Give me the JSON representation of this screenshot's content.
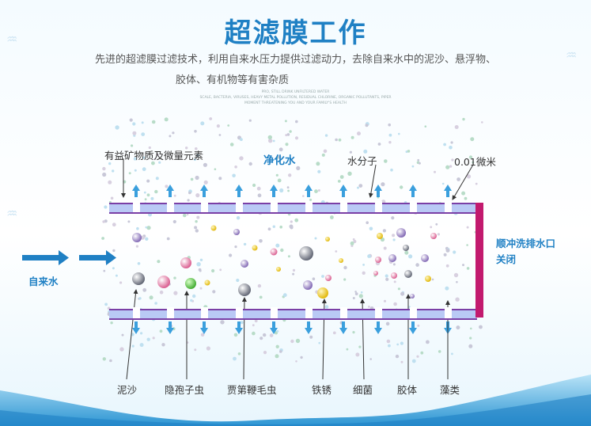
{
  "title": "超滤膜工作",
  "subtitle_line1": "先进的超滤膜过滤技术，利用自来水压力提供过滤动力，去除自来水中的泥沙、悬浮物、",
  "subtitle_line2": "胶体、有机物等有害杂质",
  "fine_print_1": "PRO, STILL DRINK UNFILTERED WATER",
  "fine_print_2": "SCALE, BACTERIA, VIRUSES, HEAVY METAL POLLUTION, RESIDUAL CHLORINE, ORGANIC POLLUTANTS, PIPER",
  "fine_print_3": "MOMENT THREATENING YOU AND YOUR FAMILY'S HEALTH",
  "top_labels": {
    "minerals": "有益矿物质及微量元素",
    "purified": "净化水",
    "molecule": "水分子",
    "pore": "0.01微米"
  },
  "inlet": "自来水",
  "outlet_line1": "顺冲洗排水口",
  "outlet_line2": "关闭",
  "bottom_labels": [
    "泥沙",
    "隐孢子虫",
    "贾第鞭毛虫",
    "铁锈",
    "细菌",
    "胶体",
    "藻类"
  ],
  "colors": {
    "brand": "#1f80c4",
    "membrane": "#b9c9f5",
    "membrane_border": "#7a3fa6",
    "outlet": "#c21a6e",
    "arrow": "#3a9fdd"
  }
}
